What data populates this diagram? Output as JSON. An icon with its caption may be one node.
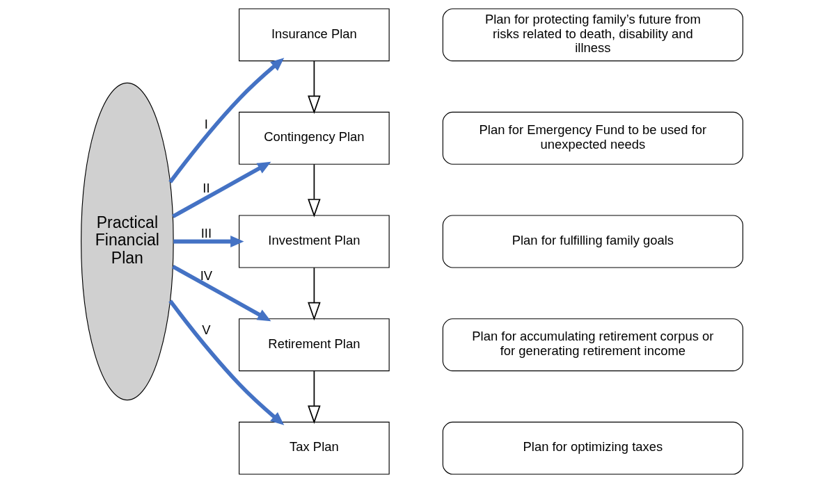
{
  "diagram": {
    "nodes": [
      {
        "text": [
          "Practical Financial Plan"
        ]
      },
      {
        "text": [
          "Insurance Plan"
        ]
      },
      {
        "text": [
          "Contingency Plan"
        ]
      },
      {
        "text": [
          "Investment Plan"
        ]
      },
      {
        "text": [
          "Retirement Plan"
        ]
      },
      {
        "text": [
          "Tax Plan"
        ]
      },
      {
        "text": [
          "Plan for protecting family’s future from risks related to death, disability and illness"
        ]
      },
      {
        "text": [
          "Plan for Emergency Fund to be used for unexpected needs"
        ]
      },
      {
        "text": [
          "Plan for fulfilling family goals"
        ]
      },
      {
        "text": [
          "Plan for accumulating retirement corpus or for generating retirement income"
        ]
      },
      {
        "text": [
          "Plan for optimizing taxes"
        ]
      }
    ],
    "edges": [
      {
        "from": 0,
        "to": 1,
        "arrow": "to",
        "label": "I"
      },
      {
        "from": 0,
        "to": 2,
        "arrow": "to",
        "label": "II"
      },
      {
        "from": 0,
        "to": 3,
        "arrow": "to",
        "label": "III"
      },
      {
        "from": 0,
        "to": 4,
        "arrow": "to",
        "label": "IV"
      },
      {
        "from": 0,
        "to": 5,
        "arrow": "to",
        "label": "V"
      },
      {
        "from": 1,
        "to": 2,
        "arrow": "to",
        "color": "#000000"
      },
      {
        "from": 2,
        "to": 3,
        "arrow": "to",
        "color": "#000000"
      },
      {
        "from": 3,
        "to": 4,
        "arrow": "to",
        "color": "#000000"
      },
      {
        "from": 4,
        "to": 5,
        "arrow": "to",
        "color": "#000000"
      }
    ]
  }
}
